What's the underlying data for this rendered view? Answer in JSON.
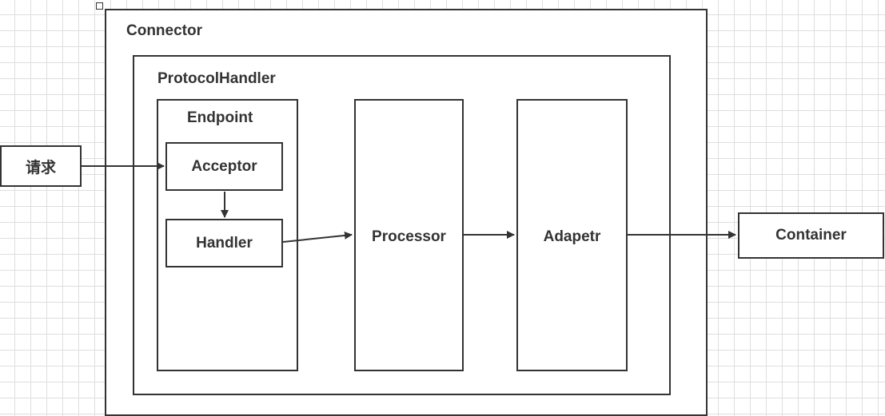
{
  "diagram": {
    "connector": "Connector",
    "protocol_handler": "ProtocolHandler",
    "endpoint": "Endpoint",
    "acceptor": "Acceptor",
    "handler": "Handler",
    "processor": "Processor",
    "adapter": "Adapetr",
    "request": "请求",
    "container": "Container"
  },
  "colors": {
    "line": "#333333",
    "grid": "#dedede"
  }
}
